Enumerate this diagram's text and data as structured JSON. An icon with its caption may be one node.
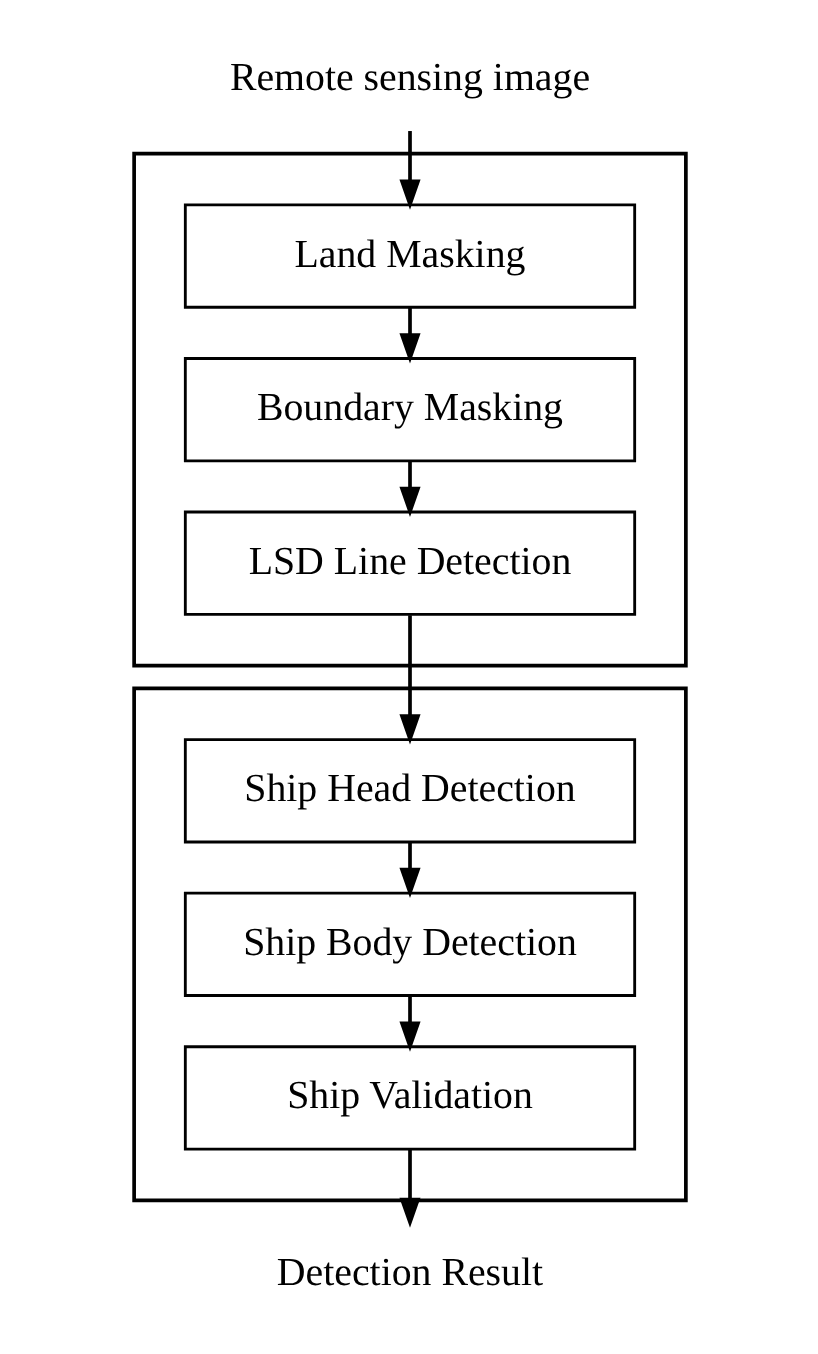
{
  "diagram": {
    "nodes": [
      {
        "text": [
          "Remote sensing image"
        ]
      },
      {
        "text": [],
        "shape": "box"
      },
      {
        "text": [
          "Land Masking"
        ],
        "in": 1
      },
      {
        "text": [
          "Boundary Masking"
        ],
        "in": 1
      },
      {
        "text": [
          "LSD Line Detection"
        ],
        "in": 1
      },
      {
        "text": [],
        "shape": "box"
      },
      {
        "text": [
          "Ship Head Detection"
        ],
        "in": 5
      },
      {
        "text": [
          "Ship Body Detection"
        ],
        "in": 5
      },
      {
        "text": [
          "Ship Validation"
        ],
        "in": 5
      },
      {
        "text": [
          "Detection Result"
        ]
      }
    ],
    "edges": [
      {
        "from": 0,
        "to": 2,
        "arrow": "to"
      },
      {
        "from": 2,
        "to": 3,
        "arrow": "to"
      },
      {
        "from": 3,
        "to": 4,
        "arrow": "to"
      },
      {
        "from": 4,
        "to": 6,
        "arrow": "to"
      },
      {
        "from": 6,
        "to": 7,
        "arrow": "to"
      },
      {
        "from": 7,
        "to": 8,
        "arrow": "to"
      },
      {
        "from": 8,
        "to": 9,
        "arrow": "to"
      }
    ]
  }
}
